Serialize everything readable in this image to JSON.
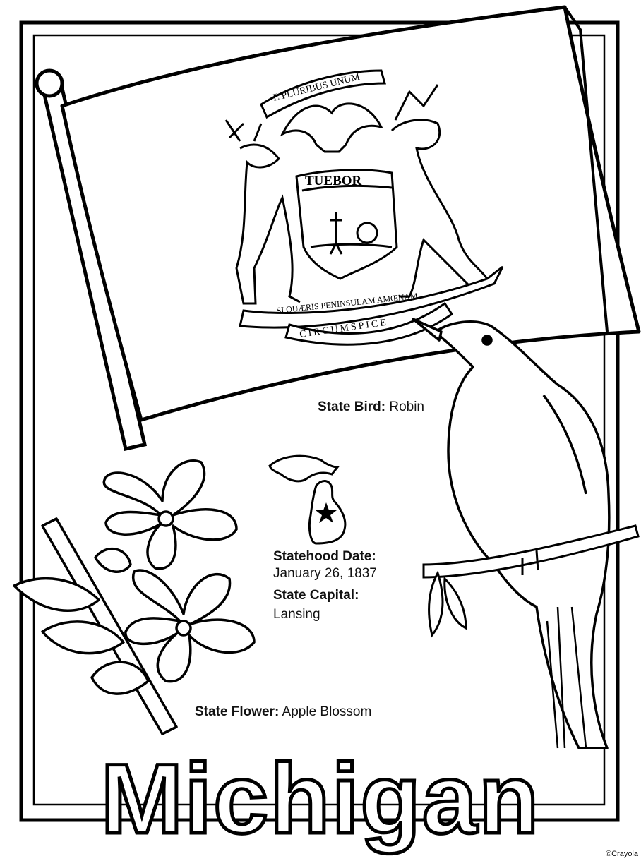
{
  "page": {
    "title": "Michigan",
    "credit": "©Crayola"
  },
  "seal": {
    "motto_top": "E PLURIBUS UNUM",
    "shield_word": "TUEBOR",
    "ribbon_motto": "SI QUÆRIS PENINSULAM AMŒNAM",
    "ribbon_bottom": "CIRCUMSPICE"
  },
  "facts": {
    "bird_label": "State Bird:",
    "bird_value": "Robin",
    "statehood_label": "Statehood Date:",
    "statehood_value": "January 26, 1837",
    "capital_label": "State Capital:",
    "capital_value": "Lansing",
    "flower_label": "State Flower:",
    "flower_value": "Apple Blossom"
  }
}
